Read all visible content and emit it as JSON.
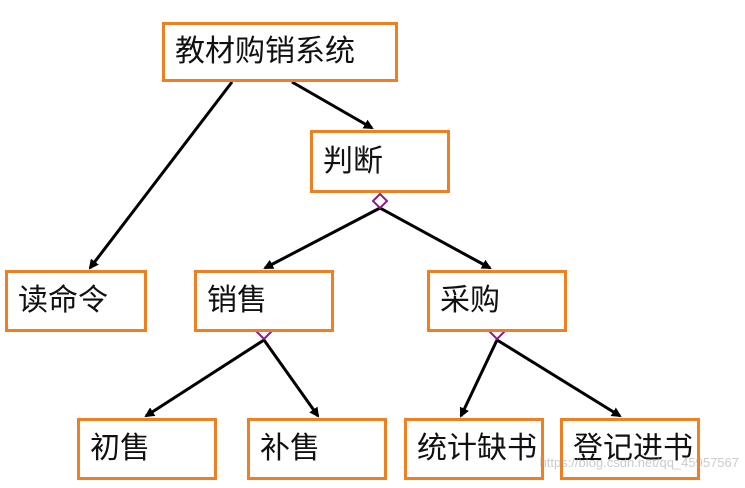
{
  "diagram": {
    "nodes": {
      "root": "教材购销系统",
      "judge": "判断",
      "read": "读命令",
      "sell": "销售",
      "buy": "采购",
      "initial_sale": "初售",
      "extra_sale": "补售",
      "shortage_stats": "统计缺书",
      "register_books": "登记进书"
    },
    "edges": [
      {
        "from": "root",
        "to": "read"
      },
      {
        "from": "root",
        "to": "judge"
      },
      {
        "from": "judge",
        "to": "sell",
        "selection": true
      },
      {
        "from": "judge",
        "to": "buy",
        "selection": true
      },
      {
        "from": "sell",
        "to": "initial_sale",
        "selection": true
      },
      {
        "from": "sell",
        "to": "extra_sale",
        "selection": true
      },
      {
        "from": "buy",
        "to": "shortage_stats",
        "selection": true
      },
      {
        "from": "buy",
        "to": "register_books",
        "selection": true
      }
    ],
    "colors": {
      "node_border": "#f07f22",
      "arrow": "#000000",
      "selection_diamond": "#8b1a8b"
    }
  },
  "watermark": "https://blog.csdn.net/qq_45957567"
}
